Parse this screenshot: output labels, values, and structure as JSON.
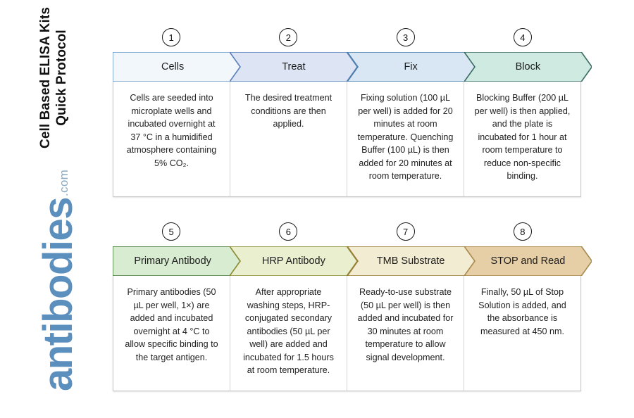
{
  "title": "Cell Based ELISA Kits\nQuick Protocol",
  "logo": {
    "brand": "antibodies",
    "suffix": ".com"
  },
  "rows": [
    {
      "steps": [
        {
          "number": "1",
          "label": "Cells",
          "fill": "#f2f7fc",
          "stroke": "#6e9ac7",
          "text": "Cells are seeded into microplate wells and incubated overnight at 37 °C in a humidified atmosphere containing 5% CO₂."
        },
        {
          "number": "2",
          "label": "Treat",
          "fill": "#dde4f4",
          "stroke": "#5a7fba",
          "text": "The desired treatment conditions are then applied."
        },
        {
          "number": "3",
          "label": "Fix",
          "fill": "#d9e7f5",
          "stroke": "#4b7fa8",
          "text": "Fixing solution (100 µL per well) is added for 20 minutes at room temperature. Quenching Buffer (100 µL) is then added for 20 minutes at room temperature."
        },
        {
          "number": "4",
          "label": "Block",
          "fill": "#cfeae0",
          "stroke": "#3b6b63",
          "text": "Blocking Buffer (200 µL per well) is then applied, and the plate is incubated for 1 hour at room temperature to reduce non-specific binding."
        }
      ]
    },
    {
      "steps": [
        {
          "number": "5",
          "label": "Primary Antibody",
          "fill": "#d7ecd0",
          "stroke": "#4a7c3f",
          "text": "Primary antibodies (50 µL per well, 1×) are added and incubated overnight at 4 °C to allow specific binding to the target antigen."
        },
        {
          "number": "6",
          "label": "HRP Antibody",
          "fill": "#eaf0cf",
          "stroke": "#8a8a33",
          "text": "After appropriate washing steps, HRP-conjugated secondary antibodies (50 µL per well) are added and incubated for 1.5 hours at room temperature."
        },
        {
          "number": "7",
          "label": "TMB Substrate",
          "fill": "#f2ecd2",
          "stroke": "#9b7c37",
          "text": "Ready-to-use substrate (50 µL per well) is then added and incubated for 30 minutes at room temperature to allow signal development."
        },
        {
          "number": "8",
          "label": "STOP and Read",
          "fill": "#e6cfa6",
          "stroke": "#a98a4d",
          "text": "Finally, 50 µL of Stop Solution is added, and the absorbance is measured at 450 nm."
        }
      ]
    }
  ]
}
